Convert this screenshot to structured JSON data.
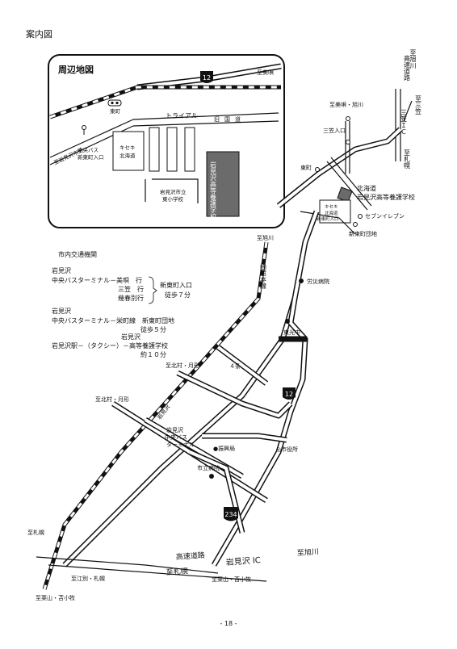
{
  "page_heading": "案内図",
  "page_number": "- 18 -",
  "inset": {
    "title": "周辺地図",
    "route_shield": "12",
    "to_bibai": "至美唄",
    "trial": "トライアル",
    "old_national_road": "旧国道",
    "station": "東町",
    "to_station": "至岩見沢市街",
    "bus_stop": "中央バス\n新東町入口",
    "kiseki": "キセキ\n北海道",
    "school_east": "岩見沢市立\n東小学校",
    "school_main": "北海道\n岩見沢高等養護学校"
  },
  "area": {
    "to_asahikawa_exp": "至旭川\n高速道路",
    "mikasa_ic": "三笠ＩＣ",
    "to_mikasa": "至三笠",
    "to_sapporo_top": "至札幌",
    "to_bibai_asahikawa": "至美唄・旭川",
    "mikasa_entrance": "三笠入口",
    "higashimachi": "東町",
    "school": "北海道\n岩見沢高等養護学校",
    "kiseki_small": "キセキ\n北海道",
    "shin_higashimachi_small": "新東町入口",
    "seven_eleven": "セブンイレブン",
    "shin_higashimachi_danchi": "新東町団地",
    "to_asahikawa_rail": "至旭川"
  },
  "transport": {
    "title": "市内交通機関",
    "line1": "岩見沢",
    "line2": "中央バスターミナル－美唄　行",
    "line3": "三笠　行",
    "line4": "幾春別行",
    "line5": "新東町入口",
    "line6": "徒歩７分",
    "line7": "岩見沢",
    "line8": "中央バスターミナル－栄町線　新東町団地",
    "line9": "徒歩５分",
    "line10": "岩見沢",
    "line11": "岩見沢駅－（タクシー）－高等養護学校",
    "line12": "約１０分"
  },
  "city": {
    "hakodate_line": "函館本線",
    "rousai": "労災病院",
    "higashi_kouka": "東光中",
    "to_kitamura1": "至北村・月形",
    "jo4": "４条",
    "to_kitamura2": "至北村・月形",
    "route12": "12",
    "iwamizawa_station": "岩見沢",
    "bus_terminal": "岩見沢\n中央バス\nターミナル",
    "shinkokyoku": "●振興局",
    "city_hall": "◎市役所",
    "city_hospital": "市立病院",
    "route234": "234",
    "to_sapporo_left": "至札幌",
    "expressway": "高速道路",
    "iwamizawa_ic": "岩見沢 IC",
    "to_sapporo_bottom": "至札幌",
    "to_asahikawa_bottom": "至旭川",
    "to_ebetsu": "至江別・札幌",
    "to_kuriyama1": "至栗山・苫小牧",
    "to_kuriyama2": "至栗山・苫小牧"
  }
}
